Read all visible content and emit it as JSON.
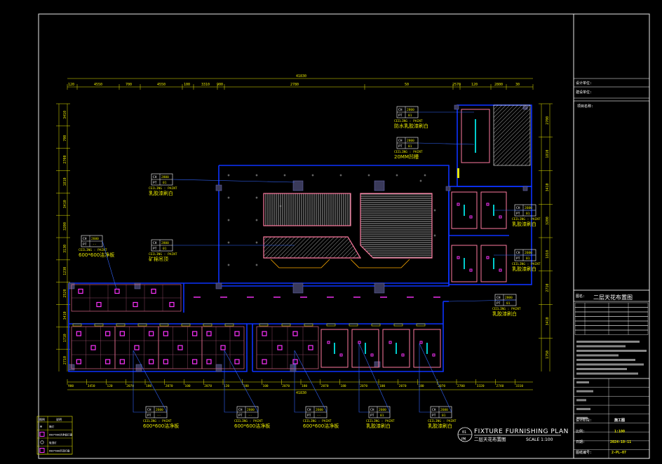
{
  "drawing": {
    "title_en": "FIXTURE FURNISHING PLAN",
    "title_cn": "二层天花布置图",
    "scale": "SCALE 1:100",
    "bubble_top": "01",
    "bubble_bottom": "PM",
    "overall_top": "41830",
    "overall_bottom": "41830"
  },
  "dims_top": [
    "120",
    "4550",
    "700",
    "4550",
    "100",
    "3310",
    "900",
    "2780",
    "50",
    "2570",
    "120",
    "2800",
    "30"
  ],
  "dims_bottom": [
    "900",
    "3450",
    "120",
    "2070",
    "180",
    "2070",
    "100",
    "2070",
    "120",
    "180",
    "100",
    "2070",
    "180",
    "2070",
    "180",
    "2070",
    "100",
    "2070",
    "180",
    "2070",
    "2700",
    "3320",
    "2740",
    "3310"
  ],
  "dims_left": [
    "3410",
    "700",
    "2700",
    "1810",
    "3410",
    "3200",
    "3130",
    "1230",
    "2520",
    "3410",
    "1710",
    "2710"
  ],
  "dims_right": [
    "2700",
    "1810",
    "3410",
    "3200",
    "1810",
    "2710",
    "3410",
    "1750"
  ],
  "callouts": {
    "ch": "CH",
    "pt": "PT",
    "ch_val": "2800",
    "ch_val_low": "2600",
    "pt_val": "01",
    "pt_val_dash": "--",
    "ceiling_label": "CEILING : PAINT",
    "waterproof": "防水乳胶漆刷白",
    "latex_white": "乳胶漆刷白",
    "gypsum": "600*600洁净板",
    "mineral": "矿棉吊顶",
    "mm20": "20MM凹槽"
  },
  "legend": {
    "header": [
      "图例",
      "说明"
    ],
    "rows": [
      "筒灯",
      "600*600洁净板灯盘",
      "吸顶灯",
      "600*600吊顶灯盘"
    ]
  },
  "title_block": {
    "r1": "设计单位:",
    "r2": "建设单位:",
    "r3": "项目名称:",
    "r4": "图名:",
    "drawing_name": "二层天花布置图",
    "stage_label": "设计阶段:",
    "stage": "施工图",
    "scale_label": "比例:",
    "scale": "1:100",
    "date_label": "日期:",
    "date": "2024-10-11",
    "no_label": "图纸编号:",
    "no": "2-PL-07"
  },
  "colors": {
    "frame": "#ffffff",
    "wall": "#0c33ff",
    "dim": "#e6e600",
    "accent_magenta": "#ff33ff",
    "pink_outline": "#ff7aa0",
    "cyan": "#00cccc",
    "cad_blue": "#3366ff"
  }
}
